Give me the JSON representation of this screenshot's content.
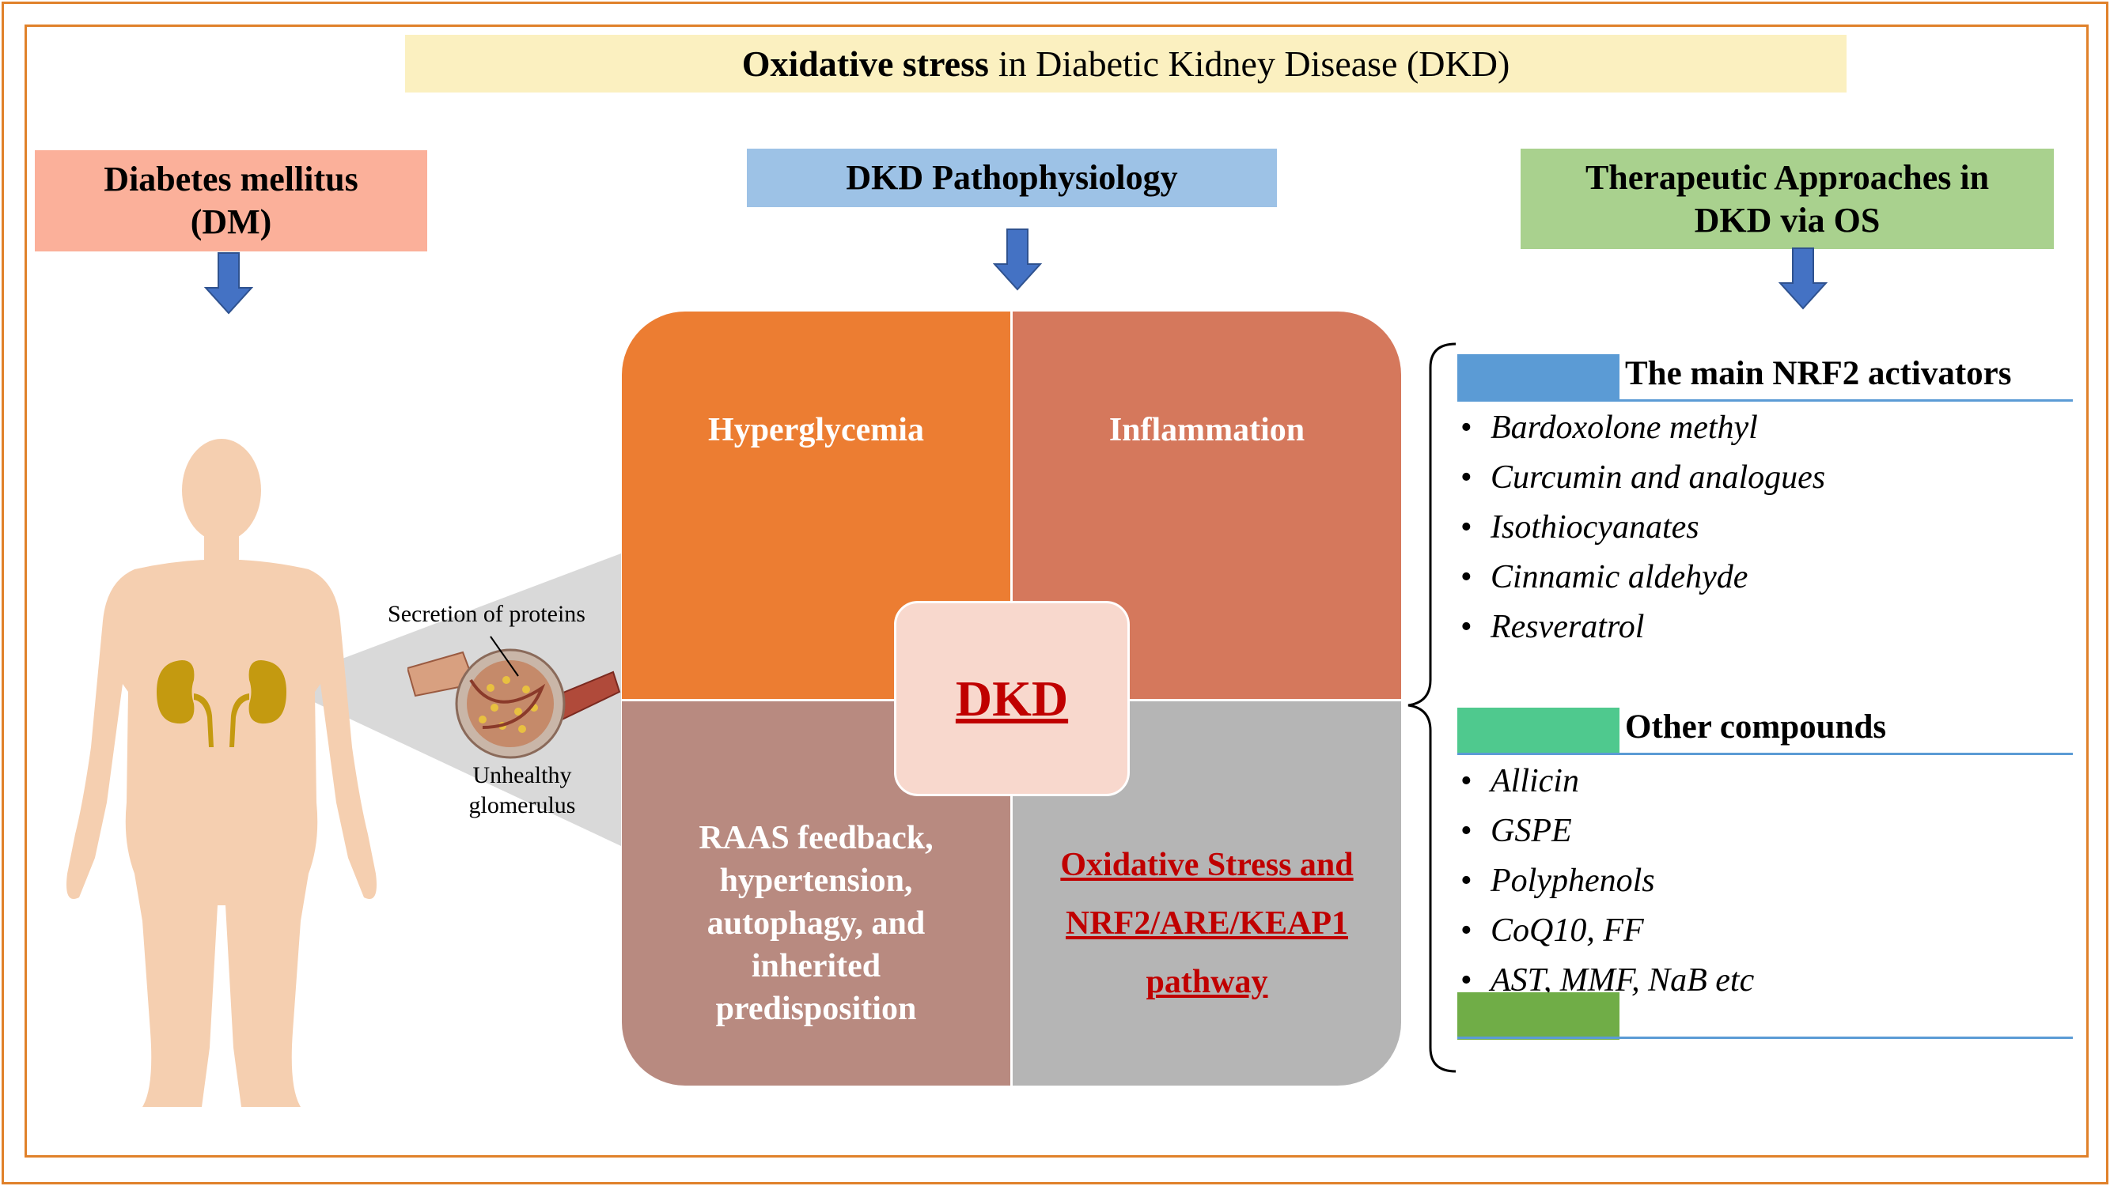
{
  "title": {
    "bold": "Oxidative stress",
    "rest": "in Diabetic Kidney Disease (DKD)"
  },
  "headers": {
    "dm": "Diabetes mellitus (DM)",
    "pathophysiology": "DKD Pathophysiology",
    "therapeutic": "Therapeutic Approaches in DKD via OS"
  },
  "body_labels": {
    "secretion": "Secretion of proteins",
    "glomerulus": "Unhealthy glomerulus"
  },
  "quadrants": {
    "top_left": "Hyperglycemia",
    "top_right": "Inflammation",
    "bottom_left": "RAAS feedback, hypertension, autophagy, and inherited predisposition",
    "bottom_right": "Oxidative Stress and NRF2/ARE/KEAP1 pathway"
  },
  "center_label": "DKD",
  "nrf2_section": {
    "title": "The main NRF2 activators",
    "items": [
      "Bardoxolone methyl",
      "Curcumin and analogues",
      "Isothiocyanates",
      "Cinnamic aldehyde",
      "Resveratrol"
    ]
  },
  "other_section": {
    "title": "Other compounds",
    "items": [
      "Allicin",
      "GSPE",
      "Polyphenols",
      "CoQ10, FF",
      "AST, MMF, NaB etc"
    ]
  },
  "colors": {
    "frame": "#e0812a",
    "title_bg": "#fbf0c0",
    "dm_bg": "#fbb09a",
    "patho_bg": "#9dc2e6",
    "thera_bg": "#a9d18e",
    "hyperglycemia": "#ec7d32",
    "inflammation": "#d5785c",
    "raas": "#b88a80",
    "oxidative": "#b5b5b5",
    "dkd_center": "#f8d8cd",
    "arrow": "#4472c4",
    "nrf2_bar": "#5b9bd5",
    "other_bar": "#4fc98e",
    "bottom_bar": "#70ad47",
    "body_skin": "#f5cfb0",
    "kidney": "#c49a10"
  }
}
